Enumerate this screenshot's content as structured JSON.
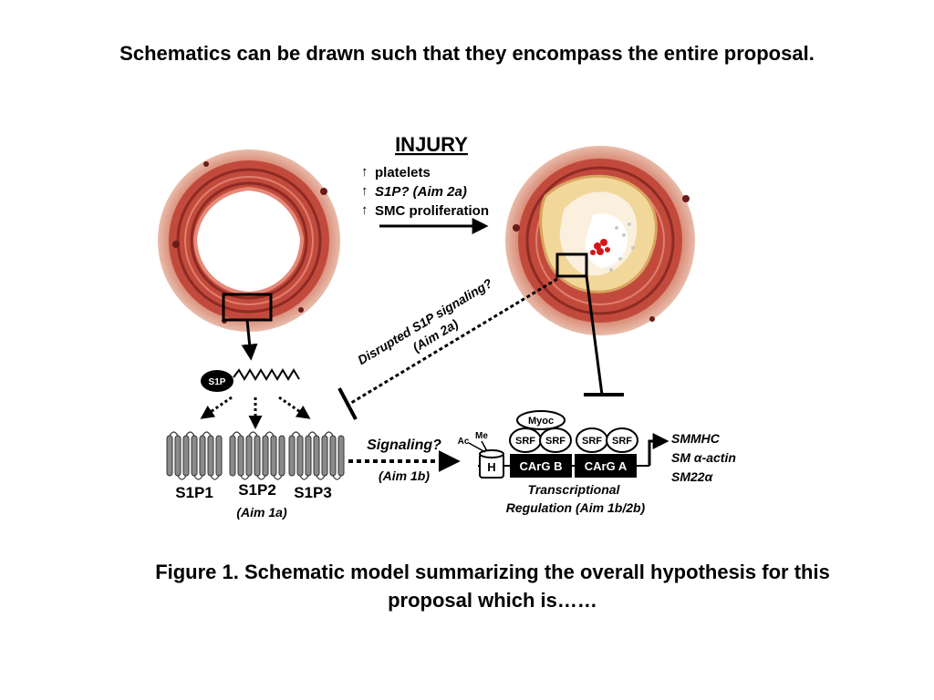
{
  "slide": {
    "heading": "Schematics  can be drawn such that they encompass the entire proposal.",
    "caption_line1": "Figure 1. Schematic model summarizing the overall hypothesis for this",
    "caption_line2": "proposal which is……"
  },
  "injury": {
    "title": "INJURY",
    "items": [
      {
        "arrow": "↑",
        "text": "platelets"
      },
      {
        "arrow": "↑",
        "text": "S1P? (Aim 2a)"
      },
      {
        "arrow": "↑",
        "text": "SMC proliferation"
      }
    ]
  },
  "disrupted": {
    "line1": "Disrupted S1P signaling?",
    "line2": "(Aim 2a)"
  },
  "ligand": {
    "label": "S1P"
  },
  "receptors": {
    "names": [
      "S1P1",
      "S1P2",
      "S1P3"
    ],
    "aim": "(Aim 1a)"
  },
  "signaling": {
    "label": "Signaling?",
    "aim": "(Aim 1b)"
  },
  "promoter": {
    "myoc": "Myoc",
    "srf": [
      "SRF",
      "SRF",
      "SRF",
      "SRF"
    ],
    "ac": "Ac",
    "me": "Me",
    "histone": "H",
    "cargs": [
      "CArG B",
      "CArG A"
    ],
    "genes": [
      "SMMHC",
      "SM α-actin",
      "SM22α"
    ],
    "regulation_line1": "Transcriptional",
    "regulation_line2": "Regulation (Aim 1b/2b)"
  },
  "colors": {
    "vessel_outer": "#e2aa96",
    "vessel_media": "#c44a3e",
    "vessel_dark": "#8a2622",
    "plaque": "#f2d79a",
    "platelet": "#d01818"
  }
}
